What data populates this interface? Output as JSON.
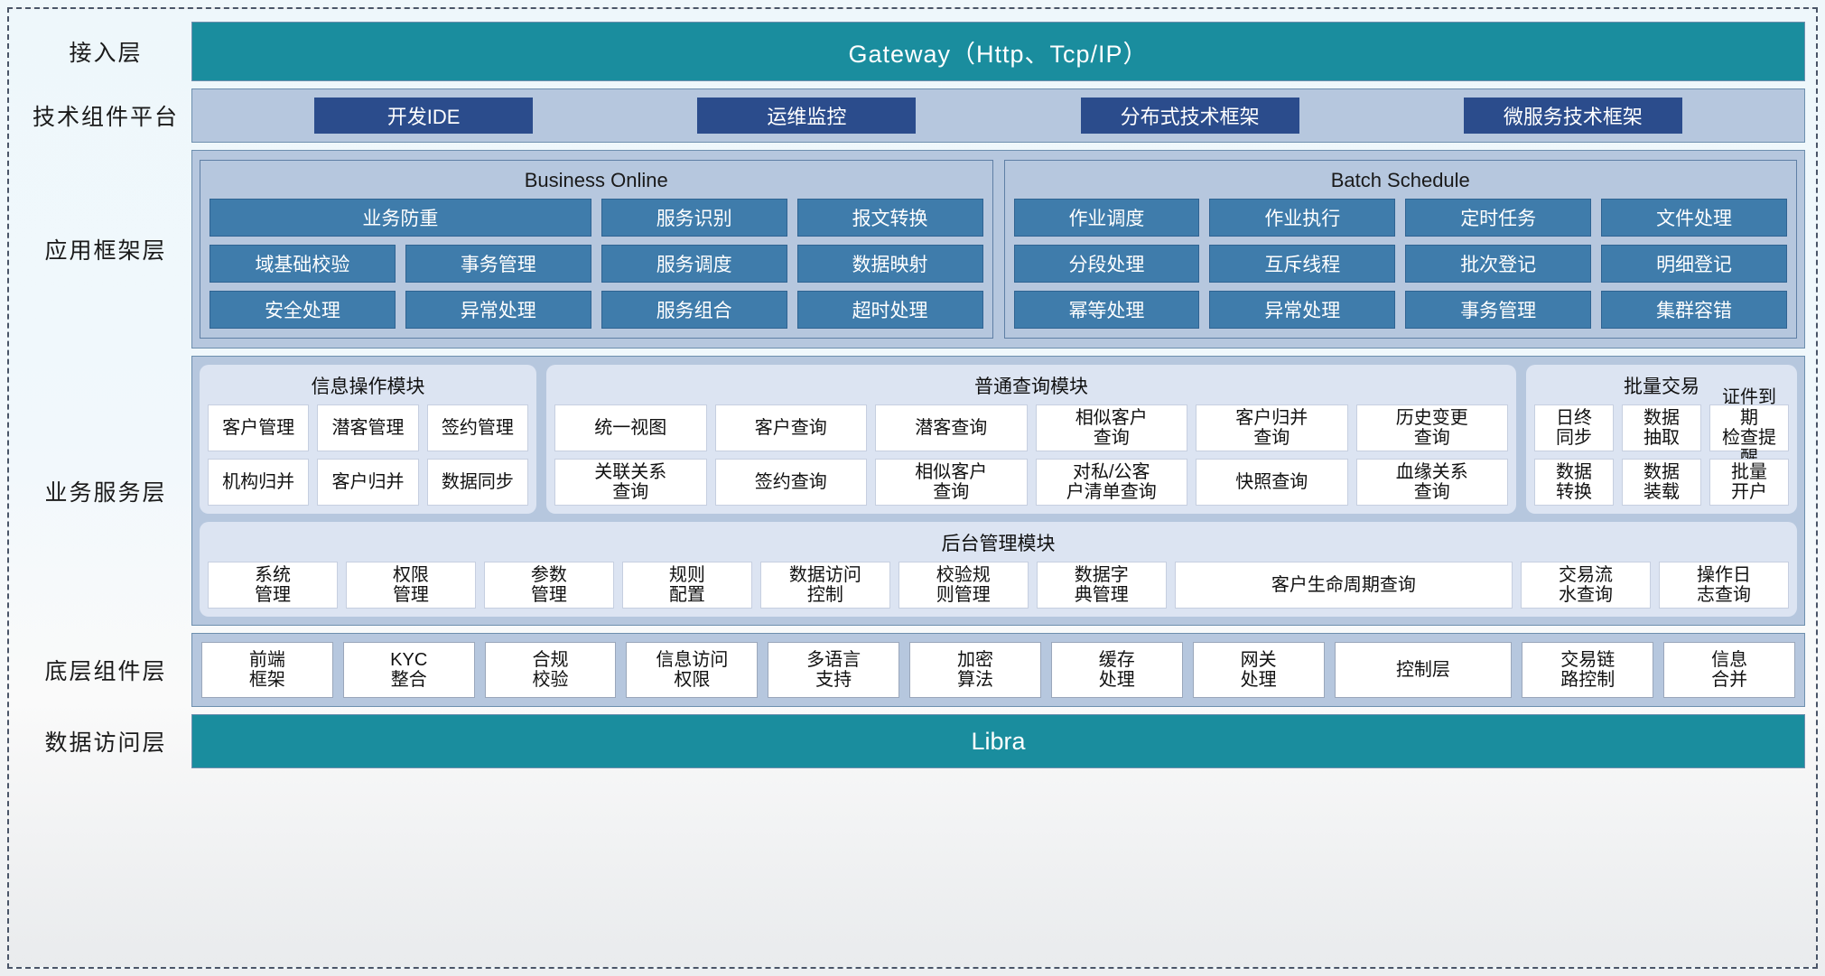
{
  "layers": [
    {
      "label": "接入层"
    },
    {
      "label": "技术组件平台"
    },
    {
      "label": "应用框架层"
    },
    {
      "label": "业务服务层"
    },
    {
      "label": "底层组件层"
    },
    {
      "label": "数据访问层"
    }
  ],
  "gateway": {
    "title": "Gateway（Http、Tcp/IP）",
    "color": "#1a8d9e"
  },
  "tech_platform": {
    "items": [
      "开发IDE",
      "运维监控",
      "分布式技术框架",
      "微服务技术框架"
    ],
    "chip_color": "#2b4c8c"
  },
  "app_framework": {
    "groups": [
      {
        "title": "Business Online",
        "cells": [
          {
            "label": "业务防重",
            "span": 2
          },
          {
            "label": "服务识别",
            "span": 1
          },
          {
            "label": "报文转换",
            "span": 1
          },
          {
            "label": "域基础校验",
            "span": 1
          },
          {
            "label": "事务管理",
            "span": 1
          },
          {
            "label": "服务调度",
            "span": 1
          },
          {
            "label": "数据映射",
            "span": 1
          },
          {
            "label": "安全处理",
            "span": 1
          },
          {
            "label": "异常处理",
            "span": 1
          },
          {
            "label": "服务组合",
            "span": 1
          },
          {
            "label": "超时处理",
            "span": 1
          }
        ]
      },
      {
        "title": "Batch Schedule",
        "cells": [
          {
            "label": "作业调度",
            "span": 1
          },
          {
            "label": "作业执行",
            "span": 1
          },
          {
            "label": "定时任务",
            "span": 1
          },
          {
            "label": "文件处理",
            "span": 1
          },
          {
            "label": "分段处理",
            "span": 1
          },
          {
            "label": "互斥线程",
            "span": 1
          },
          {
            "label": "批次登记",
            "span": 1
          },
          {
            "label": "明细登记",
            "span": 1
          },
          {
            "label": "幂等处理",
            "span": 1
          },
          {
            "label": "异常处理",
            "span": 1
          },
          {
            "label": "事务管理",
            "span": 1
          },
          {
            "label": "集群容错",
            "span": 1
          }
        ]
      }
    ],
    "cell_color": "#3f7cab"
  },
  "business_service": {
    "modules": [
      {
        "id": "info",
        "title": "信息操作模块",
        "cells": [
          "客户管理",
          "潜客管理",
          "签约管理",
          "机构归并",
          "客户归并",
          "数据同步"
        ]
      },
      {
        "id": "query",
        "title": "普通查询模块",
        "cells": [
          "统一视图",
          "客户查询",
          "潜客查询",
          "相似客户\n查询",
          "客户归并\n查询",
          "历史变更\n查询",
          "关联关系\n查询",
          "签约查询",
          "相似客户\n查询",
          "对私/公客\n户清单查询",
          "快照查询",
          "血缘关系\n查询"
        ]
      },
      {
        "id": "batch",
        "title": "批量交易",
        "cells": [
          "日终\n同步",
          "数据\n抽取",
          "证件到期\n检查提醒",
          "数据\n转换",
          "数据\n装载",
          "批量\n开户"
        ]
      }
    ],
    "admin": {
      "title": "后台管理模块",
      "cells": [
        {
          "label": "系统\n管理",
          "wide": false
        },
        {
          "label": "权限\n管理",
          "wide": false
        },
        {
          "label": "参数\n管理",
          "wide": false
        },
        {
          "label": "规则\n配置",
          "wide": false
        },
        {
          "label": "数据访问\n控制",
          "wide": false
        },
        {
          "label": "校验规\n则管理",
          "wide": false
        },
        {
          "label": "数据字\n典管理",
          "wide": false
        },
        {
          "label": "客户生命周期查询",
          "wide": true
        },
        {
          "label": "交易流\n水查询",
          "wide": false
        },
        {
          "label": "操作日\n志查询",
          "wide": false
        }
      ]
    }
  },
  "base_components": {
    "cells": [
      "前端\n框架",
      "KYC\n整合",
      "合规\n校验",
      "信息访问\n权限",
      "多语言\n支持",
      "加密\n算法",
      "缓存\n处理",
      "网关\n处理",
      "控制层",
      "交易链\n路控制",
      "信息\n合并"
    ]
  },
  "data_access": {
    "title": "Libra",
    "color": "#1a8d9e"
  }
}
